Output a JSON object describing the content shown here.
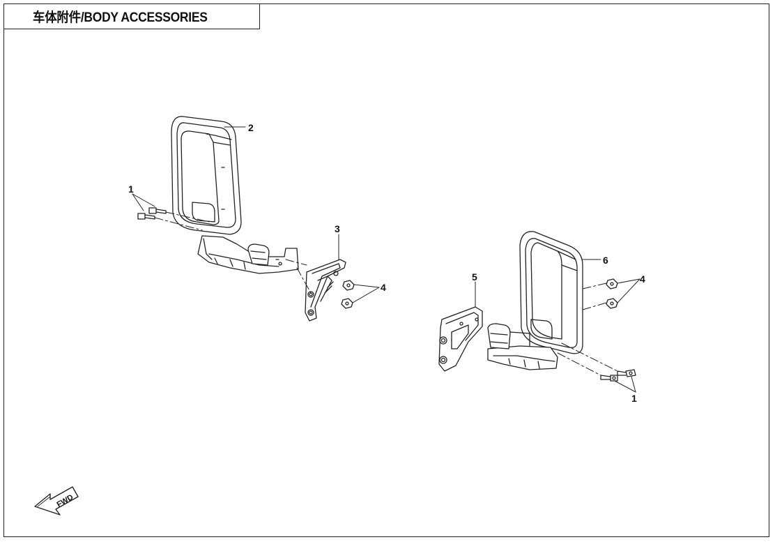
{
  "header": {
    "title": "车体附件/BODY ACCESSORIES"
  },
  "callouts": {
    "left_bolts": "1",
    "left_mirror": "2",
    "left_bracket": "3",
    "left_nuts": "4",
    "right_bracket": "5",
    "right_mirror": "6",
    "right_nuts": "4",
    "right_bolts": "1"
  },
  "direction_arrow": {
    "label": "FWD",
    "icon": "forward-arrow-icon"
  },
  "colors": {
    "line": "#222222",
    "background": "#ffffff"
  }
}
